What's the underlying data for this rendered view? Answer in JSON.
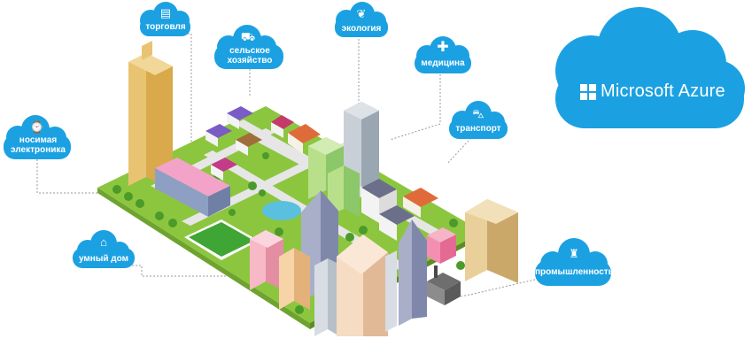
{
  "brand": {
    "logo_icon": "windows-logo-icon",
    "name": "Microsoft Azure",
    "cloud_color": "#1ba1e2"
  },
  "categories": {
    "trade": {
      "label": "торговля",
      "icon": "cash-register-icon"
    },
    "agriculture": {
      "line1": "сельское",
      "line2": "хозяйство",
      "icon": "tractor-icon"
    },
    "ecology": {
      "label": "экология",
      "icon": "leaf-icon"
    },
    "medicine": {
      "label": "медицина",
      "icon": "plus-icon"
    },
    "wearables": {
      "line1": "носимая",
      "line2": "электроника",
      "icon": "wearable-icon"
    },
    "transport": {
      "label": "транспорт",
      "icon": "car-icon"
    },
    "smart_home": {
      "label": "умный дом",
      "icon": "house-icon"
    },
    "industry": {
      "label": "промышленность",
      "icon": "factory-icon"
    }
  },
  "colors": {
    "cloud": "#1ba1e2",
    "grass": "#8cc63f",
    "road": "#e6e6e6",
    "connector": "#9a9a9a"
  }
}
